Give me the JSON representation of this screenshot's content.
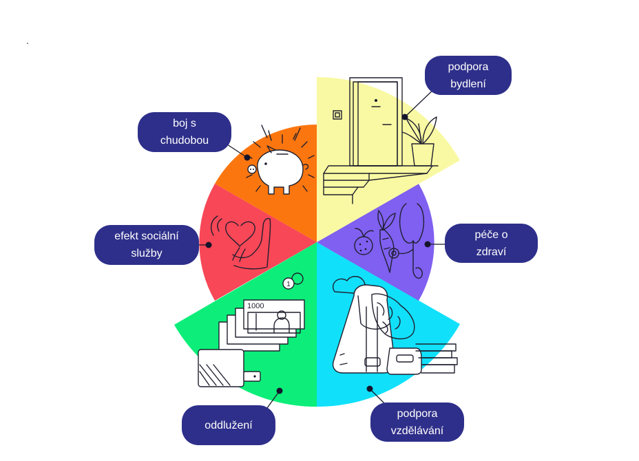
{
  "segments": [
    {
      "id": "bydleni",
      "label": "podpora\nbydlení",
      "color": "#f9f9a3"
    },
    {
      "id": "zdravi",
      "label": "péče o\nzdraví",
      "color": "#7f60f0"
    },
    {
      "id": "vzdelavani",
      "label": "podpora\nvzdělávání",
      "color": "#11e0fb"
    },
    {
      "id": "oddluzeni",
      "label": "oddlužení",
      "color": "#0cee79"
    },
    {
      "id": "socialni",
      "label": "efekt sociální\nslužby",
      "color": "#f84757"
    },
    {
      "id": "chudoba",
      "label": "boj s\nchudobou",
      "color": "#fc760f"
    }
  ],
  "banknote_value": "1000",
  "coin_value": "1",
  "label_color": "#2e2f8a"
}
